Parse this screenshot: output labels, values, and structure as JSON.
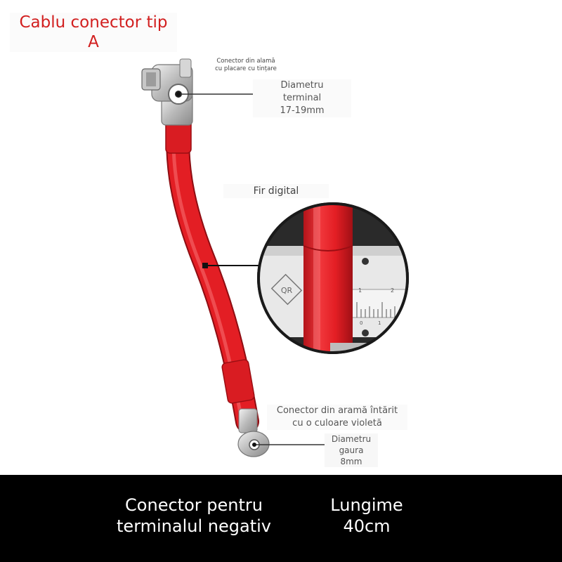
{
  "title": {
    "line1": "Cablu conector tip",
    "line2": "A"
  },
  "labels": {
    "brass_connector": {
      "line1": "Conector din alamă",
      "line2": "cu placare cu tințare"
    },
    "terminal_diameter": {
      "line1": "Diametru",
      "line2": "terminal",
      "line3": "17-19mm"
    },
    "wire": "Fir digital",
    "copper_connector": {
      "line1": "Conector din aramă întărit",
      "line2": "cu o culoare violetă"
    },
    "hole_diameter": {
      "line1": "Diametru",
      "line2": "gaura",
      "line3": "8mm"
    }
  },
  "inset": {
    "logo": "QR",
    "scale_ticks": [
      "1",
      "2",
      "0",
      "1"
    ]
  },
  "footer": {
    "connector": {
      "line1": "Conector pentru",
      "line2": "terminalul negativ"
    },
    "length": {
      "line1": "Lungime",
      "line2": "40cm"
    }
  },
  "colors": {
    "title": "#d21f1f",
    "cable": "#e31e24",
    "footer_bg": "#000000",
    "footer_text": "#ffffff"
  }
}
